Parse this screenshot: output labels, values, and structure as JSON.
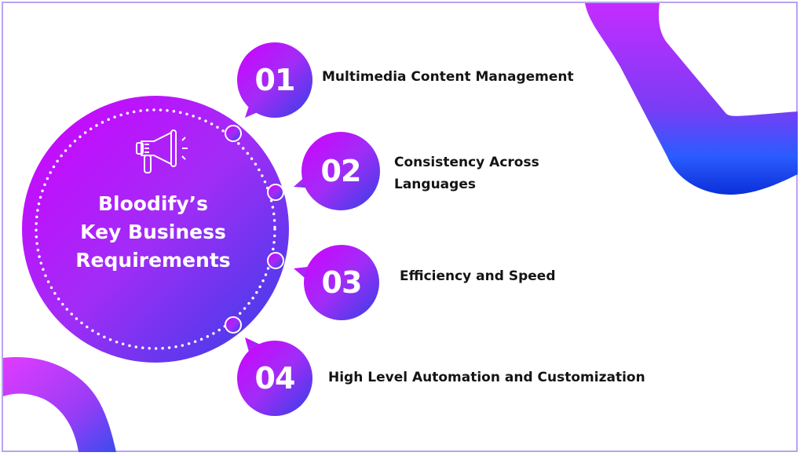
{
  "center": {
    "title_lines": [
      "Bloodify’s",
      "Key Business",
      "Requirements"
    ],
    "icon": "megaphone-icon"
  },
  "items": [
    {
      "number": "01",
      "label": "Multimedia Content Management"
    },
    {
      "number": "02",
      "label_lines": [
        "Consistency Across",
        "Languages"
      ]
    },
    {
      "number": "03",
      "label": "Efficiency and Speed"
    },
    {
      "number": "04",
      "label": "High Level Automation and Customization"
    }
  ],
  "colors": {
    "magenta": "#c800ff",
    "violet": "#9b36f5",
    "blue": "#3a3de8",
    "frame": "#b9a3f2"
  }
}
